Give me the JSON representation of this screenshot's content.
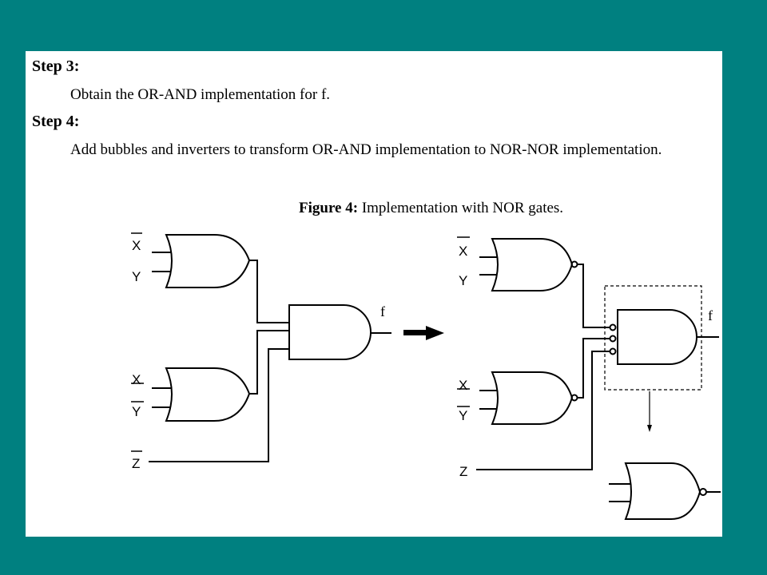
{
  "colors": {
    "background": "#008080",
    "panel": "#ffffff",
    "ink": "#000000"
  },
  "step3": {
    "heading": "Step 3:",
    "text": "Obtain the OR-AND implementation for f."
  },
  "step4": {
    "heading": "Step 4:",
    "text": "Add bubbles and inverters to transform OR-AND implementation to NOR-NOR implementation."
  },
  "figure": {
    "label": "Figure 4:",
    "caption": "Implementation with NOR gates."
  },
  "left_circuit": {
    "inputs": [
      "X",
      "Y",
      "X",
      "Y",
      "Z"
    ],
    "output": "f"
  },
  "right_circuit": {
    "inputs": [
      "X",
      "Y",
      "X",
      "Y",
      "Z"
    ],
    "output": "f"
  }
}
